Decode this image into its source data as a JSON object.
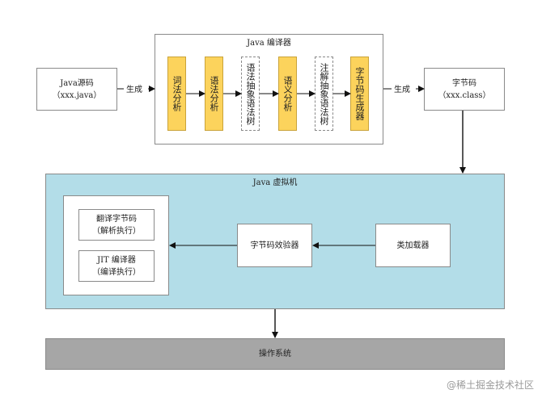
{
  "source": {
    "line1": "Java源码",
    "line2": "（xxx.java）"
  },
  "arrow_labels": {
    "generate_1": "生成",
    "generate_2": "生成"
  },
  "compiler": {
    "title": "Java 编译器",
    "stages": [
      {
        "label": "词法分析",
        "style": "solid"
      },
      {
        "label": "语法分析",
        "style": "solid"
      },
      {
        "label": "语法抽象语法树",
        "style": "dashed"
      },
      {
        "label": "语义分析",
        "style": "solid"
      },
      {
        "label": "注解抽象语法树",
        "style": "dashed"
      },
      {
        "label": "字节码生成器",
        "style": "solid"
      }
    ]
  },
  "bytecode": {
    "line1": "字节码",
    "line2": "（xxx.class）"
  },
  "jvm": {
    "title": "Java 虚拟机",
    "class_loader": "类加载器",
    "verifier": "字节码效验器",
    "interpreter": {
      "line1": "翻译字节码",
      "line2": "（解析执行）"
    },
    "jit": {
      "line1": "JIT 编译器",
      "line2": "（编译执行）"
    }
  },
  "os": {
    "label": "操作系统"
  },
  "watermark": "@稀土掘金技术社区",
  "colors": {
    "jvm_fill": "#b3dde8",
    "stage_fill": "#fcd35c",
    "os_fill": "#a6a6a6"
  }
}
